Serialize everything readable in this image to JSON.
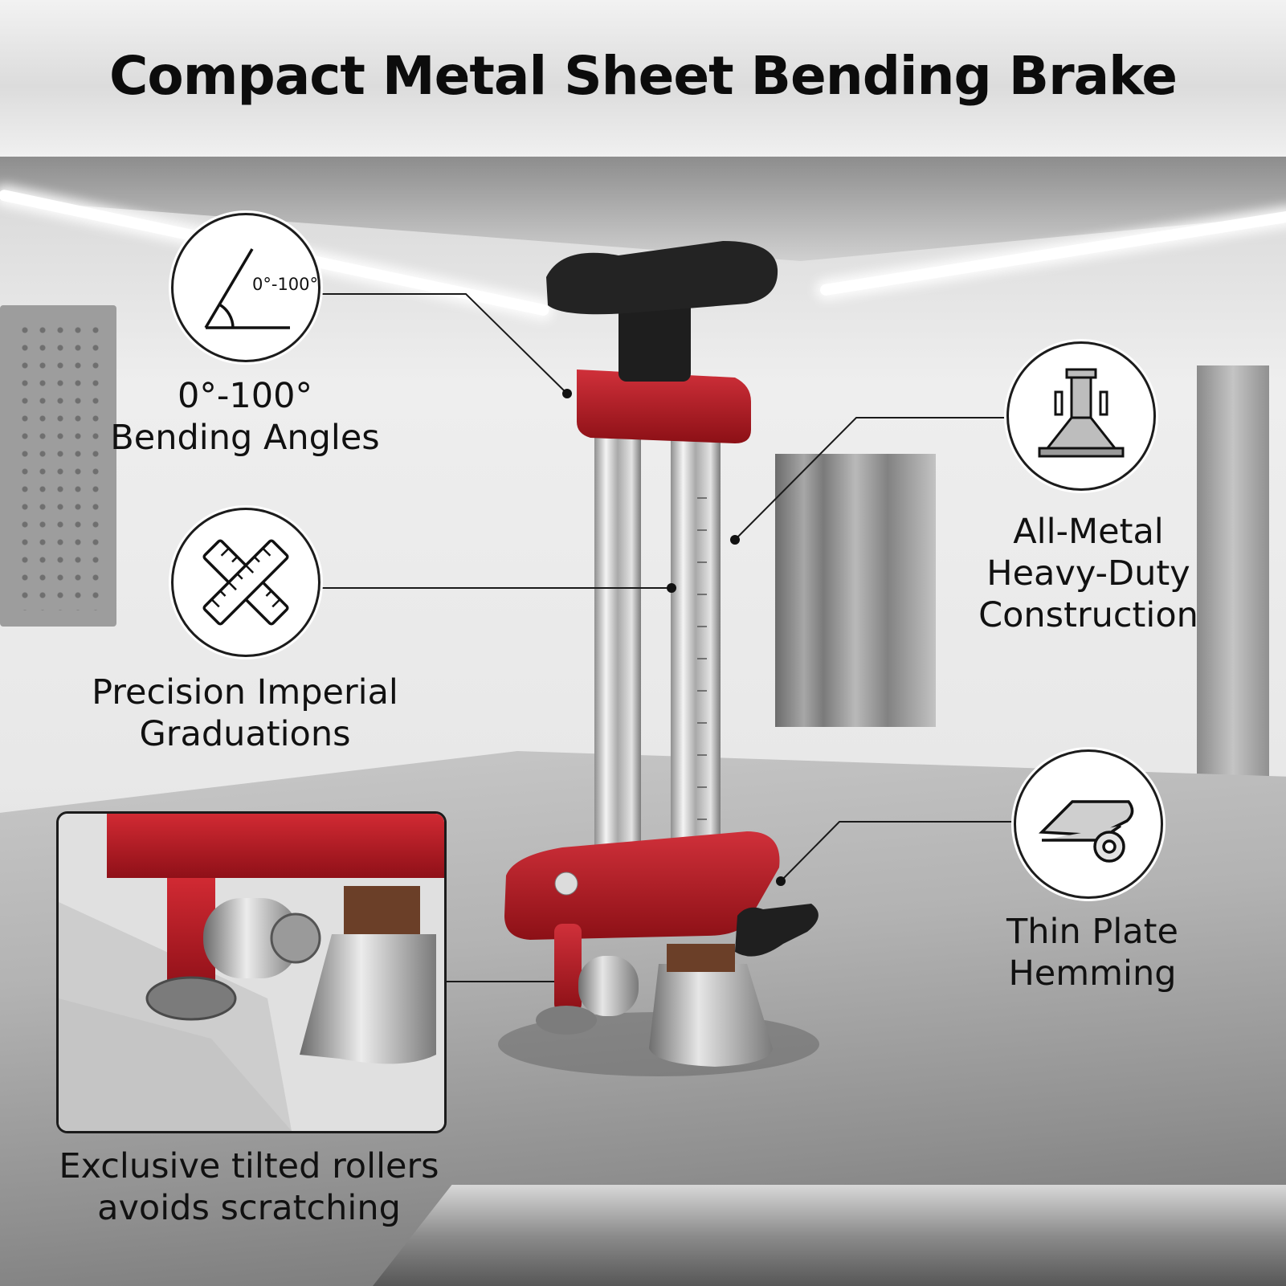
{
  "header": {
    "title": "Compact Metal Sheet Bending Brake"
  },
  "callouts": [
    {
      "id": "bending-angles",
      "icon": "angle-icon",
      "icon_text": "0°-100°",
      "lines": [
        "0°-100°",
        "Bending Angles"
      ]
    },
    {
      "id": "graduations",
      "icon": "crossed-rulers-icon",
      "lines": [
        "Precision Imperial",
        "Graduations"
      ]
    },
    {
      "id": "all-metal",
      "icon": "metal-column-icon",
      "lines": [
        "All-Metal",
        "Heavy-Duty",
        "Construction"
      ]
    },
    {
      "id": "hemming",
      "icon": "rolled-sheet-icon",
      "lines": [
        "Thin Plate",
        "Hemming"
      ]
    },
    {
      "id": "tilted-rollers",
      "icon": "roller-closeup-inset",
      "lines": [
        "Exclusive tilted rollers",
        "avoids scratching"
      ]
    }
  ],
  "colors": {
    "body_red": "#b51c22",
    "handle_black": "#1e1e1e",
    "chrome": "#d9d9d9",
    "text": "#111111"
  }
}
